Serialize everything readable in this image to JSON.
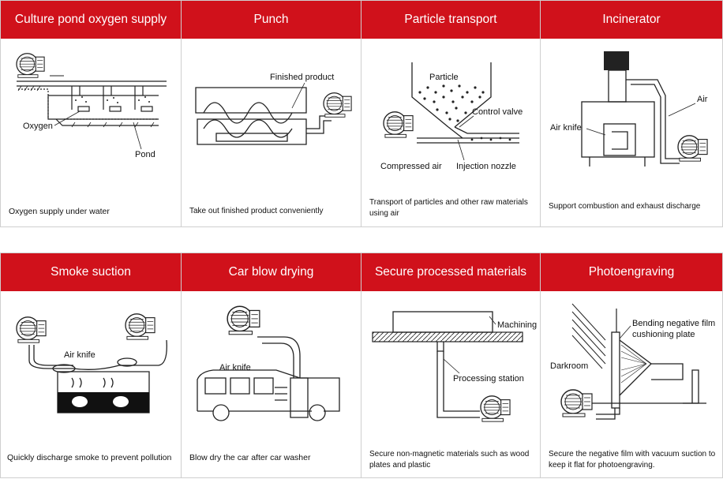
{
  "panels": [
    {
      "title": "Culture pond oxygen supply",
      "caption": "Oxygen supply under water",
      "labels": {
        "oxygen": "Oxygen",
        "pond": "Pond"
      }
    },
    {
      "title": "Punch",
      "caption": "Take out finished product conveniently",
      "labels": {
        "finished": "Finished product"
      }
    },
    {
      "title": "Particle transport",
      "caption": "Transport of particles and other raw materials using air",
      "labels": {
        "particle": "Particle",
        "valve": "Control valve",
        "compressed": "Compressed air",
        "nozzle": "Injection nozzle"
      }
    },
    {
      "title": "Incinerator",
      "caption": "Support combustion and exhaust discharge",
      "labels": {
        "air": "Air",
        "knife": "Air knife"
      }
    },
    {
      "title": "Smoke suction",
      "caption": "Quickly discharge smoke to prevent pollution",
      "labels": {
        "knife": "Air knife"
      }
    },
    {
      "title": "Car blow drying",
      "caption": "Blow dry the car after car washer",
      "labels": {
        "knife": "Air knife"
      }
    },
    {
      "title": "Secure processed materials",
      "caption": "Secure non-magnetic materials such as wood plates and plastic",
      "labels": {
        "machining": "Machining",
        "station": "Processing station"
      }
    },
    {
      "title": "Photoengraving",
      "caption": "Secure the negative film with vacuum suction to keep it flat for photoengraving.",
      "labels": {
        "bending": "Bending negative film",
        "plate": "cushioning plate",
        "darkroom": "Darkroom"
      }
    }
  ]
}
